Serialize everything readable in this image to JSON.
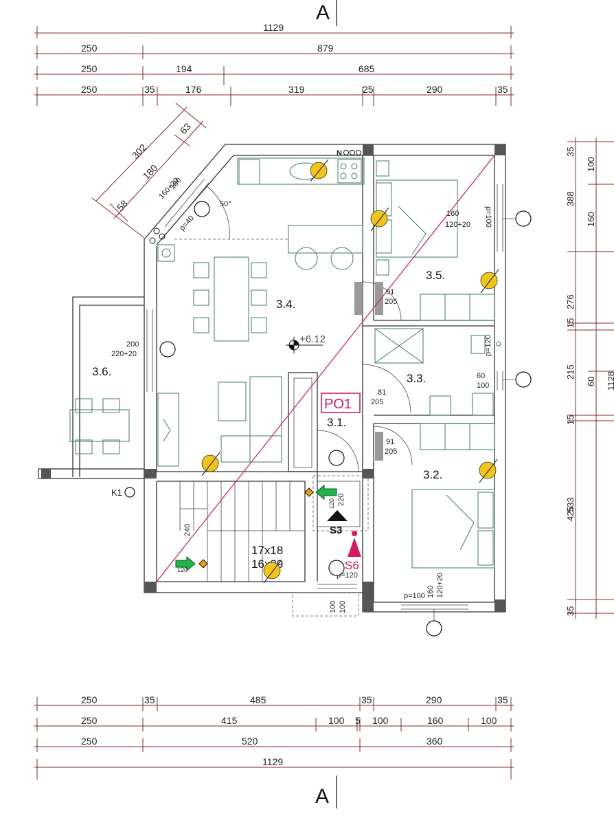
{
  "section_marks": {
    "top": "A",
    "bottom": "A"
  },
  "top_dims": {
    "row1": [
      "1129"
    ],
    "row2": [
      "250",
      "879"
    ],
    "row3": [
      "250",
      "194",
      "685"
    ],
    "row4": [
      "250",
      "35",
      "176",
      "319",
      "25",
      "290",
      "35"
    ]
  },
  "bottom_dims": {
    "row1": [
      "250",
      "35",
      "485",
      "35",
      "290",
      "35"
    ],
    "row2": [
      "250",
      "415",
      "100",
      "5",
      "100",
      "160",
      "100"
    ],
    "row3": [
      "250",
      "520",
      "360"
    ],
    "row4": [
      "1129"
    ]
  },
  "right_dims": {
    "outer": [
      "388",
      "276",
      "533",
      "1128"
    ],
    "inner": [
      "35",
      "100",
      "160",
      "15",
      "215",
      "60",
      "15",
      "425",
      "35"
    ]
  },
  "diag_dims": [
    "302",
    "58",
    "180",
    "63"
  ],
  "rooms": {
    "r34": "3.4.",
    "r35": "3.5.",
    "r36": "3.6.",
    "r33": "3.3.",
    "r31": "3.1.",
    "r32": "3.2."
  },
  "labels": {
    "elevation": "+6.12",
    "po1": "PO1",
    "s3": "S3",
    "s6": "S6",
    "k1": "K1",
    "stairs_a": "17x18",
    "stairs_b": "16x29",
    "angle": "50°",
    "nooo": "N",
    "stair_len": "240"
  },
  "openings": {
    "w_diag_a": "160+20",
    "w_diag_b": "180",
    "w_diag_p": "p=40",
    "w_35_a": "160",
    "w_35_b": "120+20",
    "w_35_p": "p=100",
    "w_36_a": "200",
    "w_36_b": "220+20",
    "d_35_a": "91",
    "d_35_b": "205",
    "d_33_a": "81",
    "d_33_b": "205",
    "d_32_a": "91",
    "d_32_b": "205",
    "w_33_a": "60",
    "w_33_b": "100",
    "w_33_p": "p=120",
    "w_32_p": "p=100",
    "w_32_a": "160",
    "w_32_b": "120+20",
    "w_31_p": "p=120",
    "w_31_a": "100",
    "w_31_b": "100",
    "s3_len": "220",
    "arrow_a": "120",
    "arrow_b": "120"
  },
  "colors": {
    "dimension": "#8a2a2a",
    "furniture": "#3f7d5e",
    "section_line": "#d81b60",
    "fixture": "#f0c419",
    "arrow": "#22b14c"
  }
}
